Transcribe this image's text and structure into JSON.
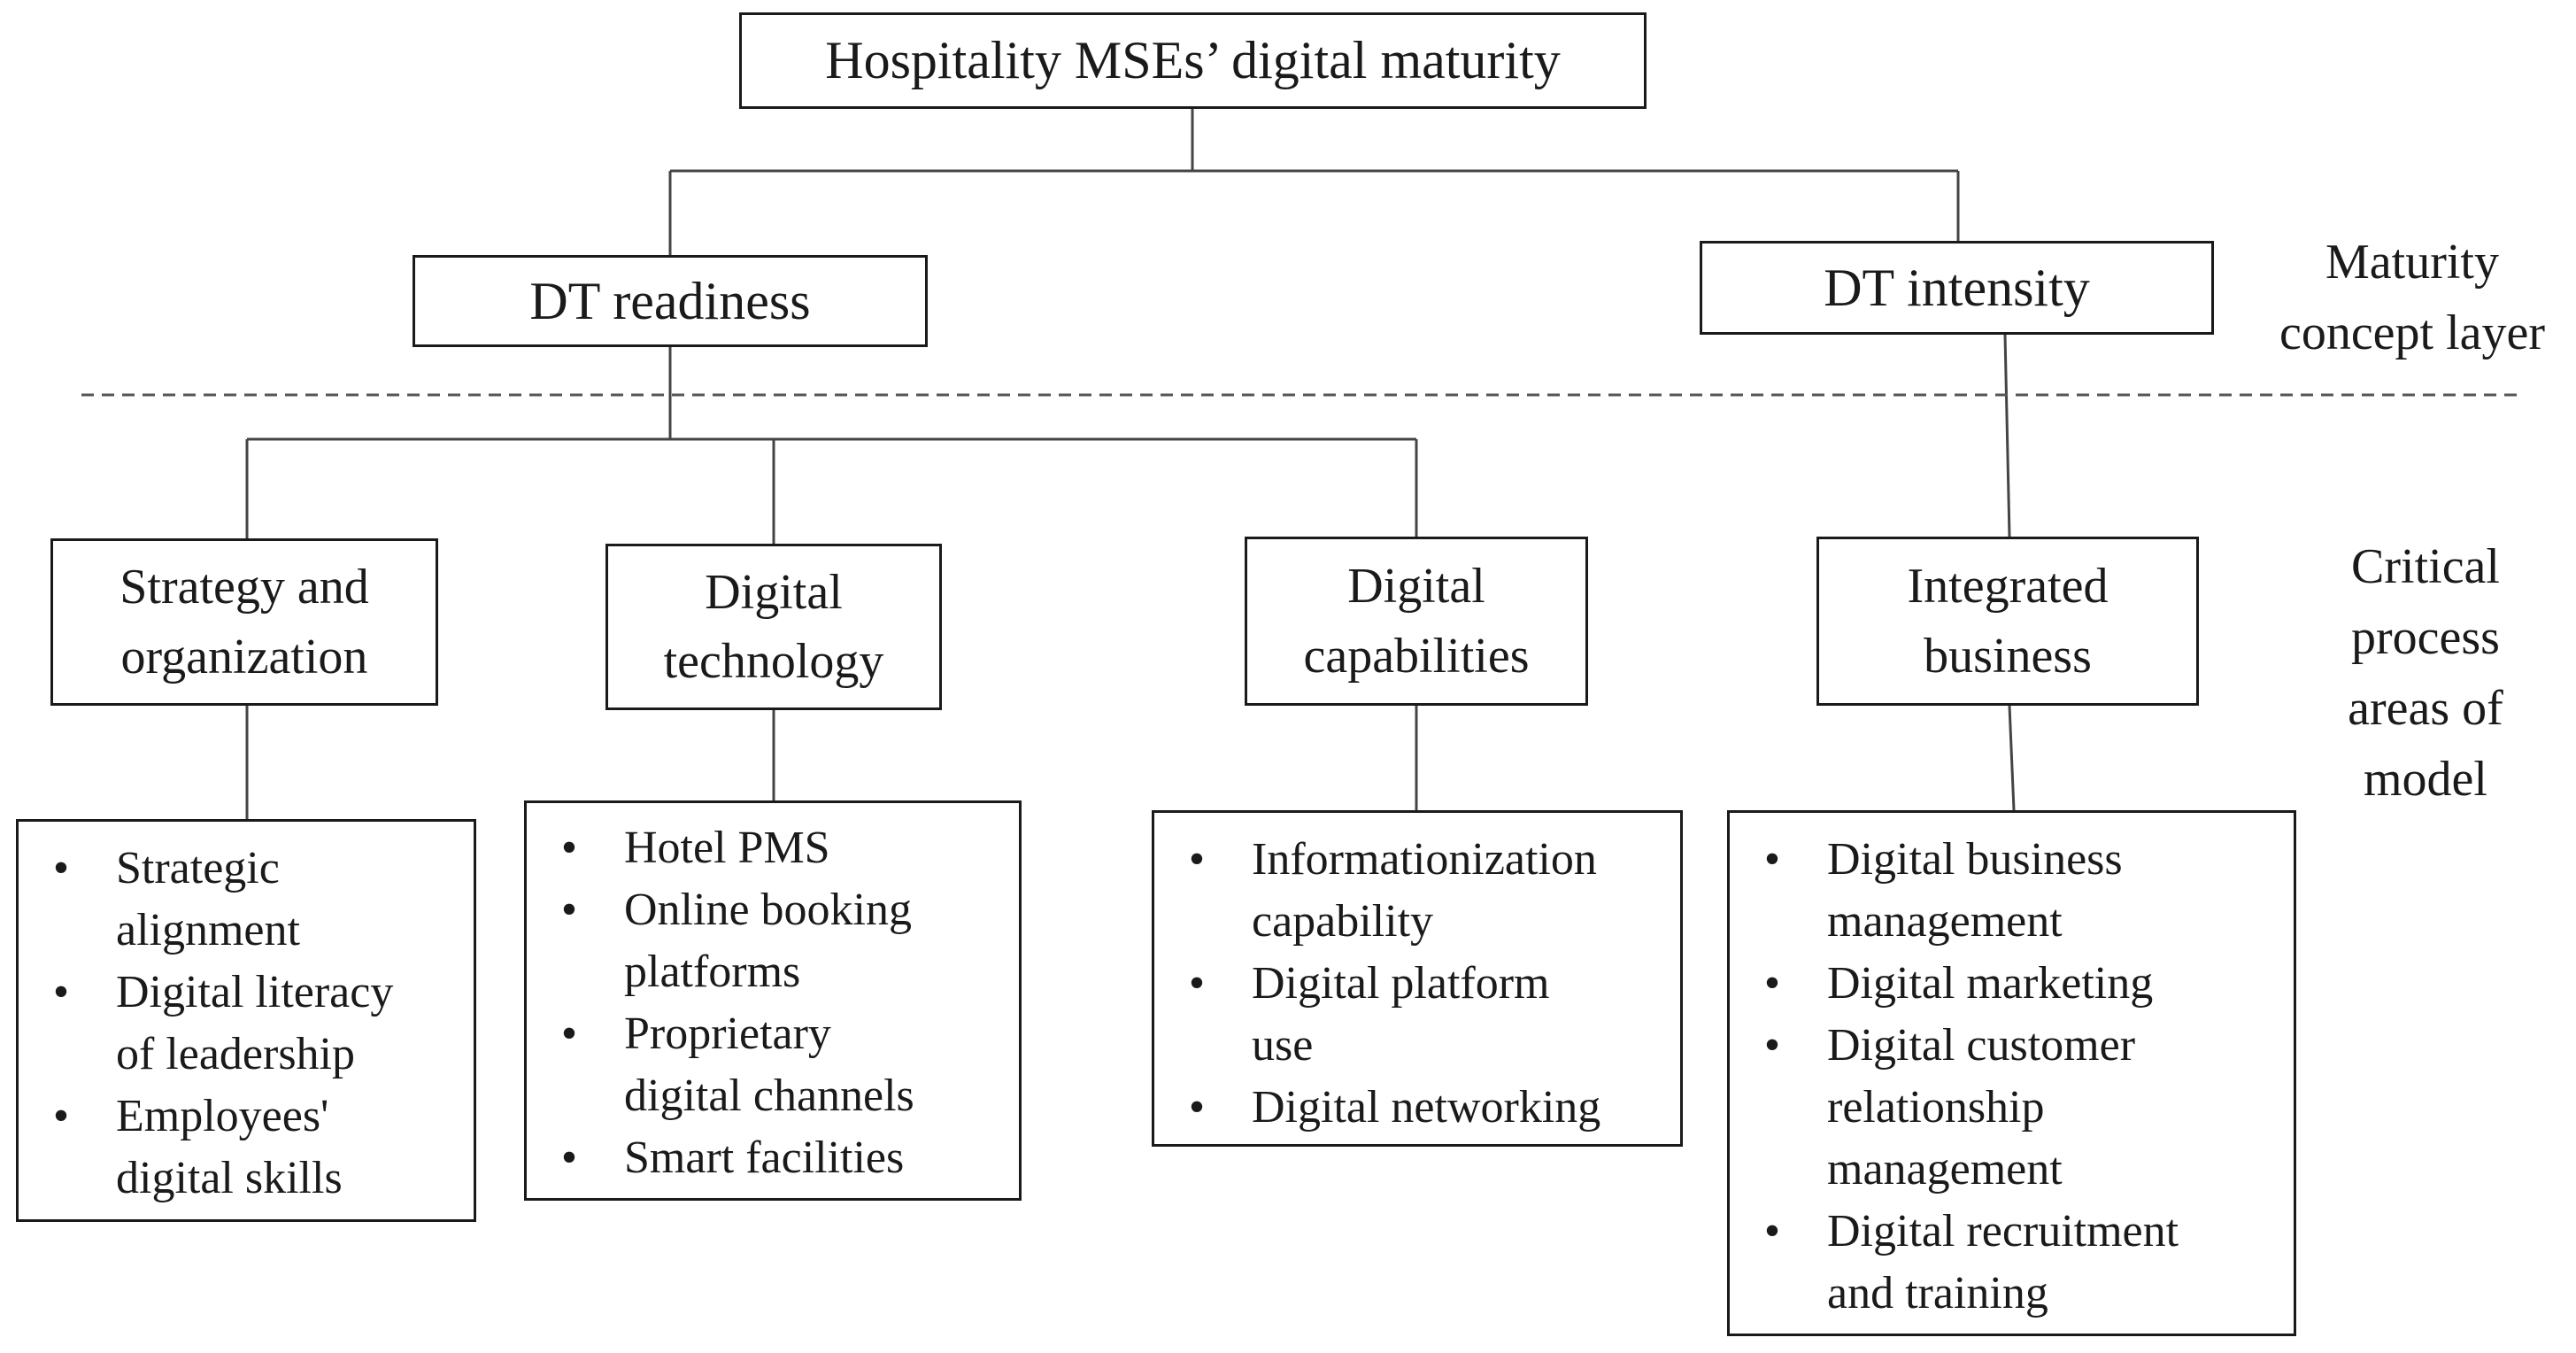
{
  "root": {
    "label": "Hospitality MSEs’ digital maturity"
  },
  "concepts": [
    {
      "label": "DT readiness"
    },
    {
      "label": "DT intensity"
    }
  ],
  "layers": {
    "maturity_concept": [
      "Maturity",
      "concept layer"
    ],
    "critical_process": [
      "Critical",
      "process",
      "areas of",
      "model"
    ]
  },
  "areas": [
    {
      "title": [
        "Strategy and",
        "organization"
      ],
      "items": [
        [
          "Strategic",
          "alignment"
        ],
        [
          "Digital literacy",
          "of leadership"
        ],
        [
          "Employees'",
          "digital skills"
        ]
      ]
    },
    {
      "title": [
        "Digital",
        "technology"
      ],
      "items": [
        [
          "Hotel PMS"
        ],
        [
          "Online booking",
          "platforms"
        ],
        [
          "Proprietary",
          "digital channels"
        ],
        [
          "Smart facilities"
        ]
      ]
    },
    {
      "title": [
        "Digital",
        "capabilities"
      ],
      "items": [
        [
          "Informationization",
          "capability"
        ],
        [
          "Digital platform",
          "use"
        ],
        [
          "Digital networking"
        ]
      ]
    },
    {
      "title": [
        "Integrated",
        "business"
      ],
      "items": [
        [
          "Digital business",
          "management"
        ],
        [
          "Digital marketing"
        ],
        [
          "Digital customer",
          "relationship",
          "management"
        ],
        [
          "Digital recruitment",
          "and training"
        ]
      ]
    }
  ]
}
